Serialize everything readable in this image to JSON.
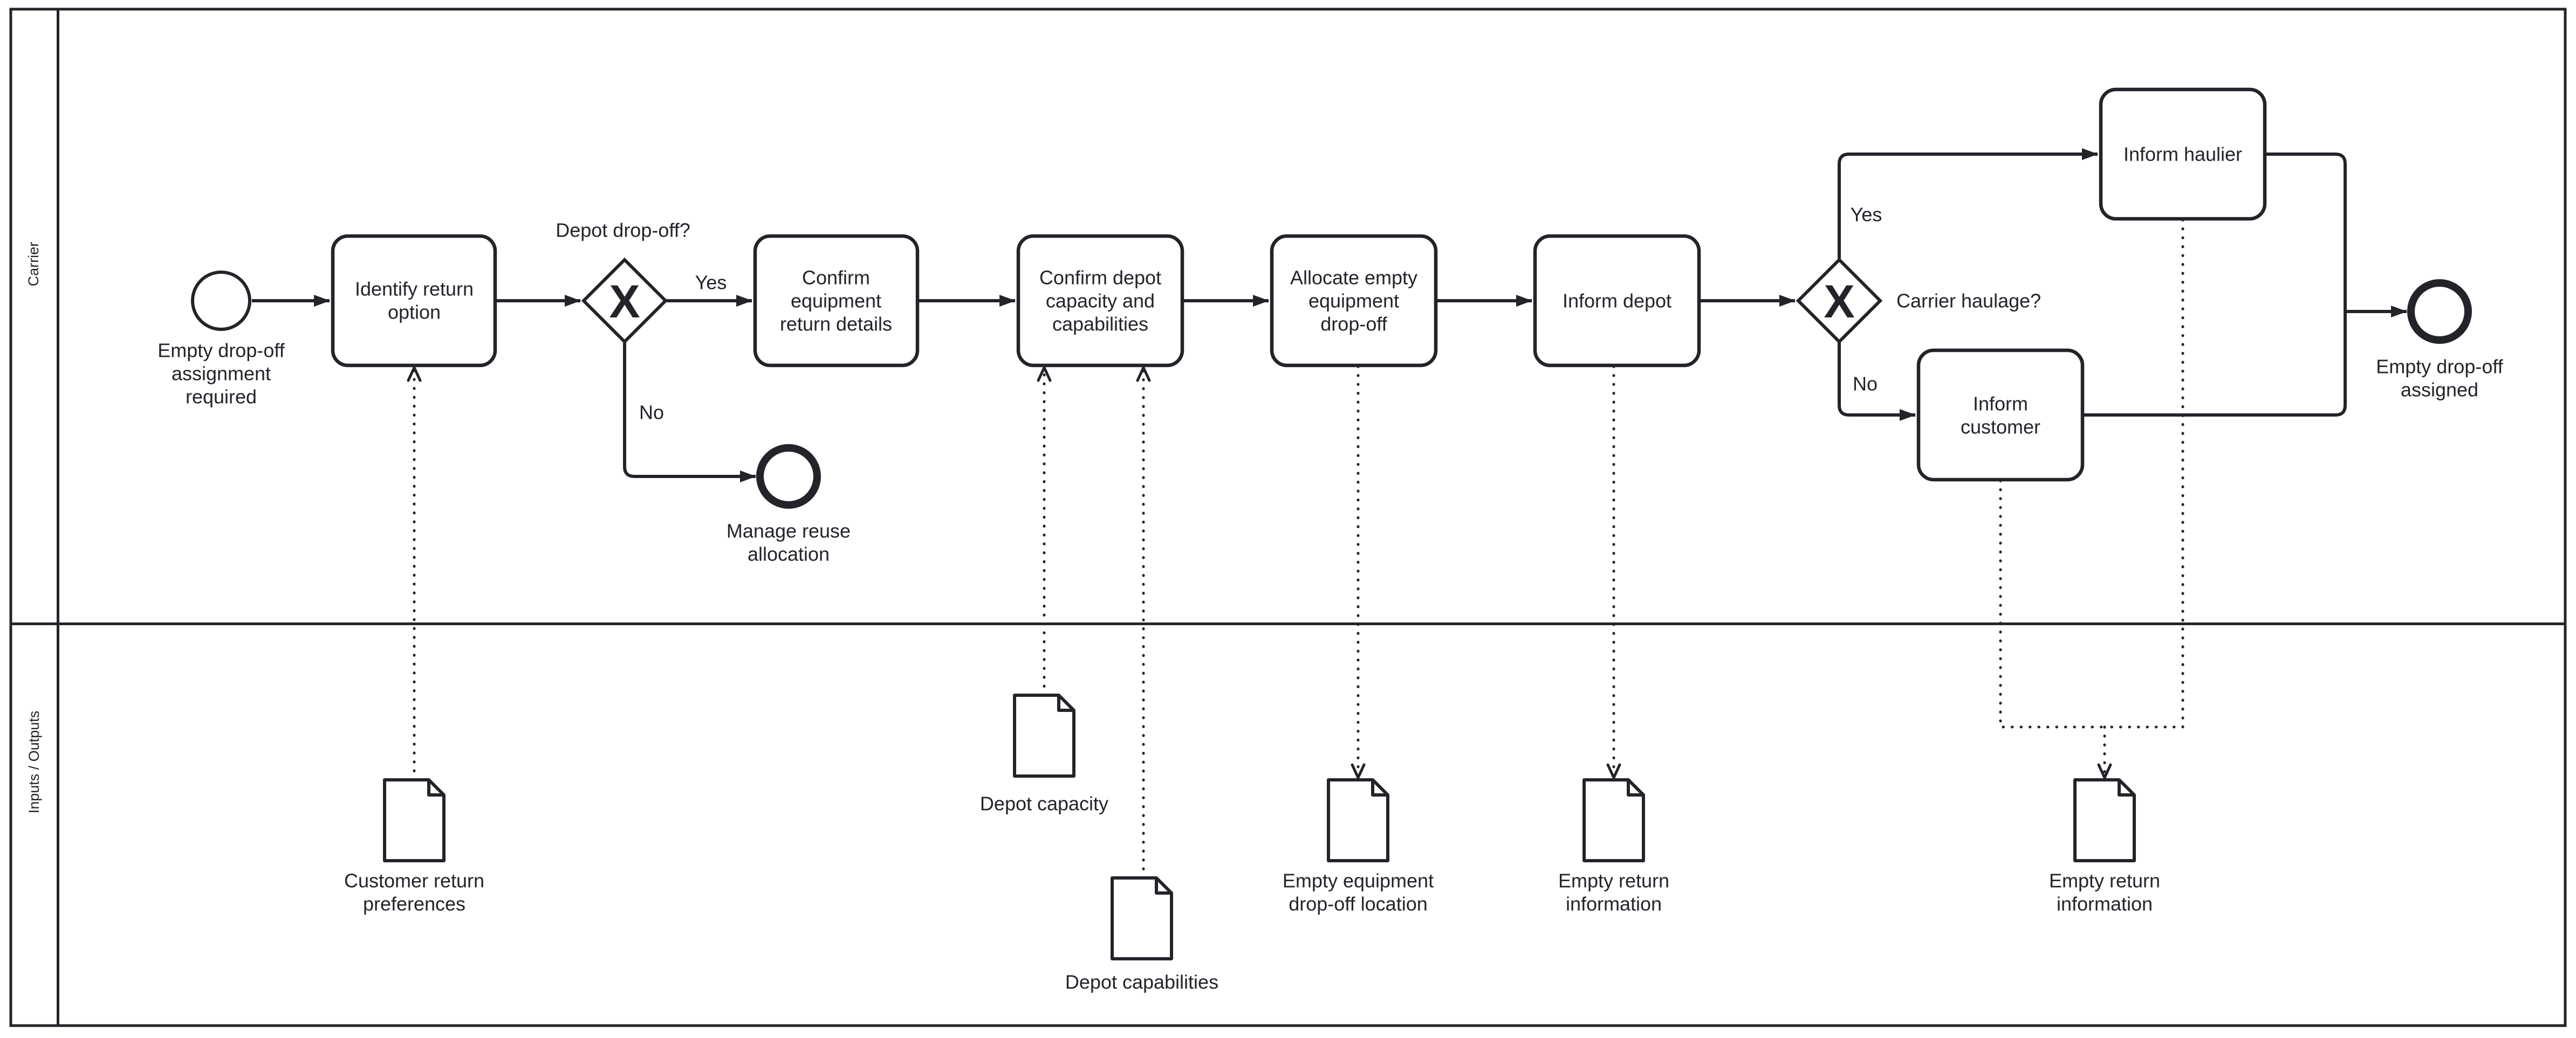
{
  "colors": {
    "stroke": "#22242a",
    "fill": "#ffffff",
    "background": "#ffffff"
  },
  "lanes": [
    {
      "label": "Carrier"
    },
    {
      "label": "Inputs / Outputs"
    }
  ],
  "start_event": {
    "label_lines": [
      "Empty drop-off",
      "assignment",
      "required"
    ]
  },
  "end_events": [
    {
      "id": "empty-dropoff-assigned",
      "label_lines": [
        "Empty drop-off",
        "assigned"
      ]
    },
    {
      "id": "manage-reuse-allocation",
      "label_lines": [
        "Manage reuse",
        "allocation"
      ]
    }
  ],
  "tasks": [
    {
      "id": "identify-return-option",
      "lines": [
        "Identify return",
        "option"
      ]
    },
    {
      "id": "confirm-equipment-return-details",
      "lines": [
        "Confirm",
        "equipment",
        "return details"
      ]
    },
    {
      "id": "confirm-depot-capacity-and-capabilities",
      "lines": [
        "Confirm depot",
        "capacity and",
        "capabilities"
      ]
    },
    {
      "id": "allocate-empty-equipment-dropoff",
      "lines": [
        "Allocate empty",
        "equipment",
        "drop-off"
      ]
    },
    {
      "id": "inform-depot",
      "lines": [
        "Inform depot"
      ]
    },
    {
      "id": "inform-haulier",
      "lines": [
        "Inform haulier"
      ]
    },
    {
      "id": "inform-customer",
      "lines": [
        "Inform",
        "customer"
      ]
    }
  ],
  "gateways": [
    {
      "id": "depot-dropoff",
      "label": "Depot drop-off?",
      "marker": "X",
      "branches": {
        "yes": "Yes",
        "no": "No"
      }
    },
    {
      "id": "carrier-haulage",
      "label": "Carrier haulage?",
      "marker": "X",
      "branches": {
        "yes": "Yes",
        "no": "No"
      }
    }
  ],
  "data_objects": [
    {
      "id": "customer-return-preferences",
      "lines": [
        "Customer return",
        "preferences"
      ]
    },
    {
      "id": "depot-capacity",
      "lines": [
        "Depot capacity"
      ]
    },
    {
      "id": "depot-capabilities",
      "lines": [
        "Depot capabilities"
      ]
    },
    {
      "id": "empty-equipment-dropoff-location",
      "lines": [
        "Empty equipment",
        "drop-off location"
      ]
    },
    {
      "id": "empty-return-information-1",
      "lines": [
        "Empty return",
        "information"
      ]
    },
    {
      "id": "empty-return-information-2",
      "lines": [
        "Empty return",
        "information"
      ]
    }
  ],
  "connections": {
    "sequence_flows": [
      {
        "from": "start-event",
        "to": "identify-return-option"
      },
      {
        "from": "identify-return-option",
        "to": "depot-dropoff"
      },
      {
        "from": "depot-dropoff",
        "to": "confirm-equipment-return-details",
        "label": "Yes"
      },
      {
        "from": "depot-dropoff",
        "to": "manage-reuse-allocation",
        "label": "No"
      },
      {
        "from": "confirm-equipment-return-details",
        "to": "confirm-depot-capacity-and-capabilities"
      },
      {
        "from": "confirm-depot-capacity-and-capabilities",
        "to": "allocate-empty-equipment-dropoff"
      },
      {
        "from": "allocate-empty-equipment-dropoff",
        "to": "inform-depot"
      },
      {
        "from": "inform-depot",
        "to": "carrier-haulage"
      },
      {
        "from": "carrier-haulage",
        "to": "inform-haulier",
        "label": "Yes"
      },
      {
        "from": "carrier-haulage",
        "to": "inform-customer",
        "label": "No"
      },
      {
        "from": "inform-haulier",
        "to": "empty-dropoff-assigned"
      },
      {
        "from": "inform-customer",
        "to": "empty-dropoff-assigned"
      }
    ],
    "data_associations": [
      {
        "from": "customer-return-preferences",
        "to": "identify-return-option",
        "direction": "input"
      },
      {
        "from": "depot-capacity",
        "to": "confirm-depot-capacity-and-capabilities",
        "direction": "input"
      },
      {
        "from": "depot-capabilities",
        "to": "confirm-depot-capacity-and-capabilities",
        "direction": "input"
      },
      {
        "from": "allocate-empty-equipment-dropoff",
        "to": "empty-equipment-dropoff-location",
        "direction": "output"
      },
      {
        "from": "inform-depot",
        "to": "empty-return-information-1",
        "direction": "output"
      },
      {
        "from": "inform-haulier",
        "to": "empty-return-information-2",
        "direction": "output"
      },
      {
        "from": "inform-customer",
        "to": "empty-return-information-2",
        "direction": "output"
      }
    ]
  }
}
